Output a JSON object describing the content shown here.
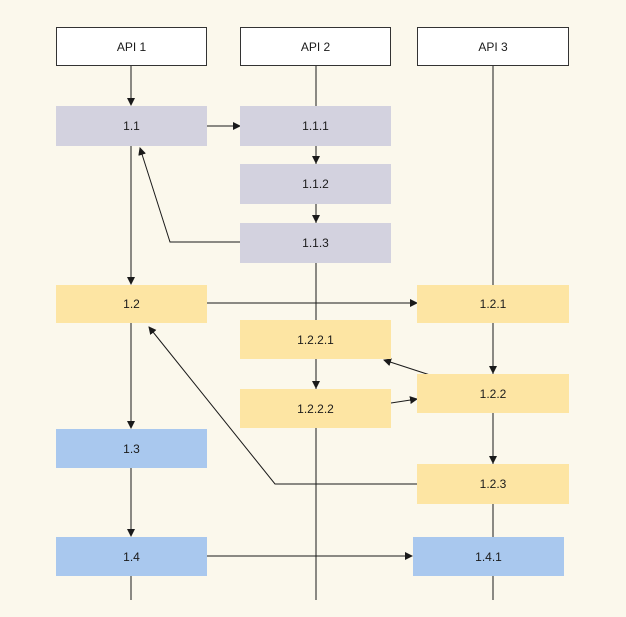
{
  "headers": {
    "api1": "API 1",
    "api2": "API 2",
    "api3": "API 3"
  },
  "nodes": {
    "n1_1": "1.1",
    "n1_1_1": "1.1.1",
    "n1_1_2": "1.1.2",
    "n1_1_3": "1.1.3",
    "n1_2": "1.2",
    "n1_2_1": "1.2.1",
    "n1_2_2_1": "1.2.2.1",
    "n1_2_2": "1.2.2",
    "n1_2_2_2": "1.2.2.2",
    "n1_3": "1.3",
    "n1_2_3": "1.2.3",
    "n1_4": "1.4",
    "n1_4_1": "1.4.1"
  },
  "colors": {
    "background": "#fbf8ec",
    "api_header_fill": "#ffffff",
    "grey_group": "#d3d2df",
    "yellow_group": "#fde5a3",
    "blue_group": "#a9c8ee",
    "line": "#1a1a1a"
  }
}
